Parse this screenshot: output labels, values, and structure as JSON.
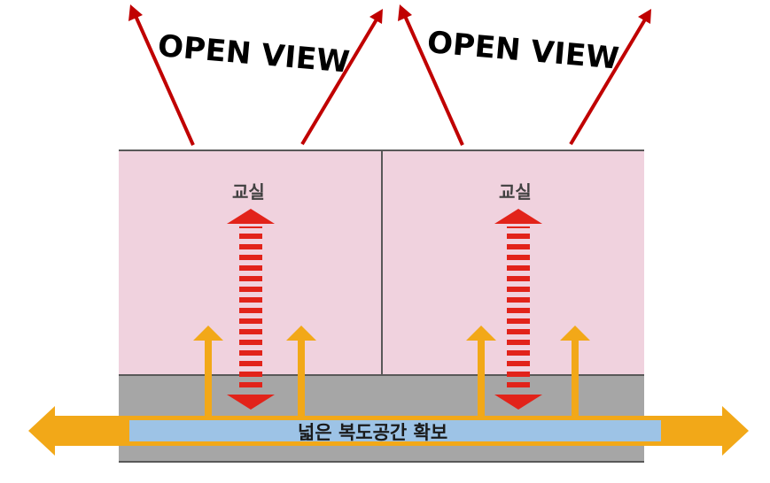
{
  "labels": {
    "open_view_left": "OPEN VIEW",
    "open_view_right": "OPEN VIEW",
    "classroom_left": "교실",
    "classroom_right": "교실",
    "corridor": "넓은 복도공간 확보"
  },
  "colors": {
    "classroom_fill": "#f0d2de",
    "corridor_fill": "#a6a6a6",
    "band_fill": "#9dc3e6",
    "orange_arrow": "#f2a818",
    "red_arrow": "#c00000",
    "dashed_arrow": "#e2231a",
    "wall": "#595959"
  }
}
